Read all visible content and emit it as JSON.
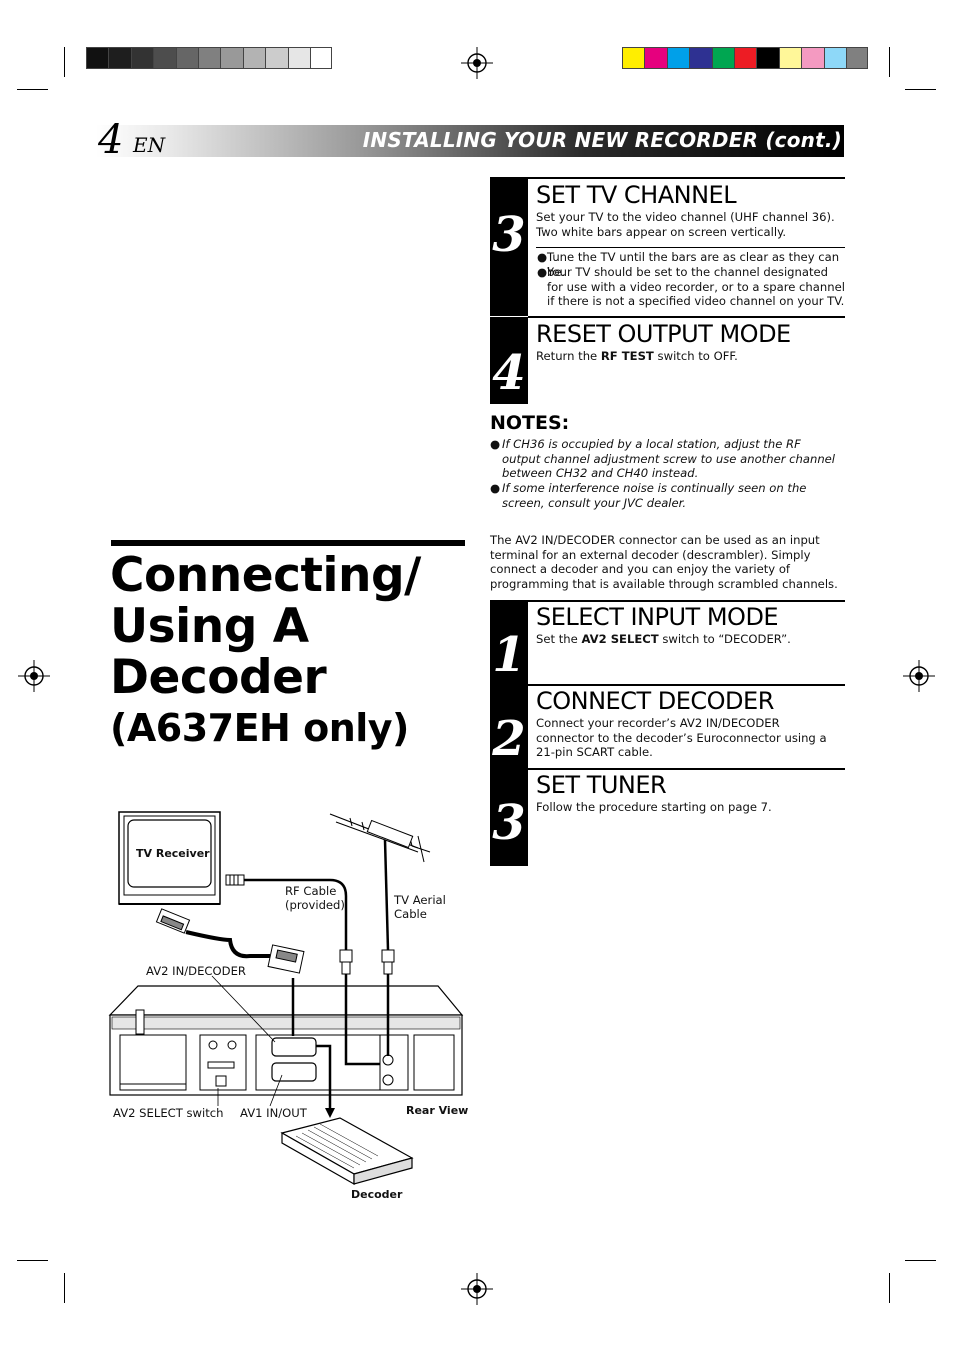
{
  "header": {
    "page_number": "4",
    "lang": "EN",
    "section_title": "INSTALLING YOUR NEW RECORDER (cont.)"
  },
  "colors": {
    "gray_swatches": [
      "#111111",
      "#1e1e1e",
      "#333333",
      "#4d4d4d",
      "#666666",
      "#808080",
      "#999999",
      "#b3b3b3",
      "#cccccc",
      "#e6e6e6",
      "#ffffff"
    ],
    "color_swatches": [
      "#ffee00",
      "#e6007e",
      "#00a0e9",
      "#2e3192",
      "#00a651",
      "#ed1c24",
      "#000000",
      "#fff799",
      "#f49ac1",
      "#8ed8f8",
      "#808080"
    ]
  },
  "top_steps": [
    {
      "number": "3",
      "title": "SET TV CHANNEL",
      "body": "Set your TV to the video channel (UHF channel 36). Two white bars appear on screen vertically.",
      "bullets": [
        "Tune the TV until the bars are as clear as they can be.",
        "Your TV should be set to the channel designated for use with a video recorder, or to a spare channel if there is not a specified video channel on your TV."
      ]
    },
    {
      "number": "4",
      "title": "RESET OUTPUT MODE",
      "body_pre": "Return the ",
      "body_bold": "RF TEST",
      "body_post": " switch to OFF."
    }
  ],
  "notes": {
    "heading": "NOTES:",
    "items": [
      "If CH36 is occupied by a local station, adjust the RF output channel adjustment screw to use another channel between CH32 and CH40 instead.",
      "If some interference noise is continually seen on the screen, consult your JVC dealer."
    ]
  },
  "section": {
    "title_lines": [
      "Connecting/",
      "Using A",
      "Decoder"
    ],
    "subtitle": "(A637EH only)",
    "intro": "The AV2 IN/DECODER connector can be used as an input terminal for an external decoder (descrambler). Simply connect a decoder and you can enjoy the variety of programming that is available through scrambled channels."
  },
  "decoder_steps": [
    {
      "number": "1",
      "title": "SELECT INPUT MODE",
      "body_pre": "Set the ",
      "body_bold": "AV2 SELECT",
      "body_post": " switch to “DECODER”."
    },
    {
      "number": "2",
      "title": "CONNECT DECODER",
      "body": "Connect your recorder’s AV2 IN/DECODER connector to the decoder’s Euroconnector using a 21-pin SCART cable."
    },
    {
      "number": "3",
      "title": "SET TUNER",
      "body": "Follow the procedure starting on page 7."
    }
  ],
  "diagram": {
    "tv_label": "TV Receiver",
    "rf_cable_line1": "RF Cable",
    "rf_cable_line2": "(provided)",
    "aerial_line1": "TV Aerial",
    "aerial_line2": "Cable",
    "av2_label": "AV2 IN/DECODER",
    "av2_select_label": "AV2 SELECT switch",
    "av1_label": "AV1 IN/OUT",
    "rear_view_label": "Rear View",
    "decoder_label": "Decoder"
  }
}
